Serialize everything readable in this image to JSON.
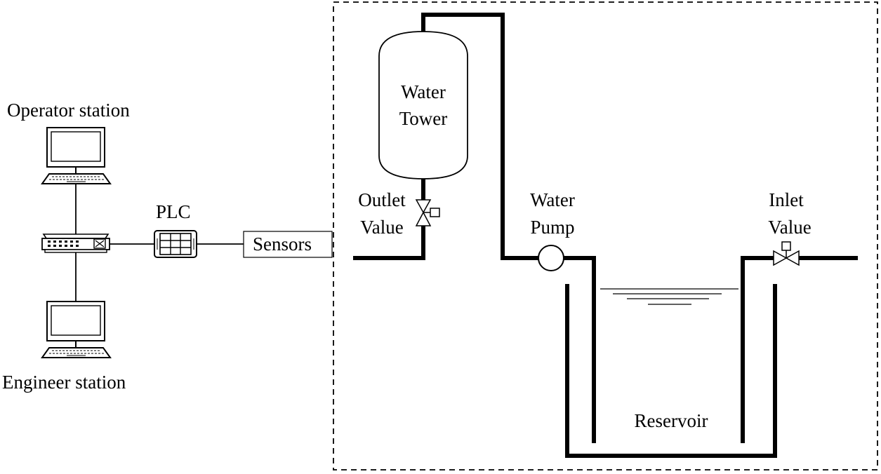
{
  "labels": {
    "operator_station": "Operator station",
    "engineer_station": "Engineer station",
    "plc": "PLC",
    "sensors": "Sensors",
    "water_tower_line1": "Water",
    "water_tower_line2": "Tower",
    "outlet_line1": "Outlet",
    "outlet_line2": "Value",
    "pump_line1": "Water",
    "pump_line2": "Pump",
    "inlet_line1": "Inlet",
    "inlet_line2": "Value",
    "reservoir": "Reservoir"
  },
  "icons": {
    "operator_station": "computer-icon",
    "engineer_station": "computer-icon",
    "switch": "network-switch-icon",
    "plc": "plc-icon",
    "outlet_valve": "valve-icon",
    "inlet_valve": "valve-icon",
    "pump": "pump-icon"
  }
}
